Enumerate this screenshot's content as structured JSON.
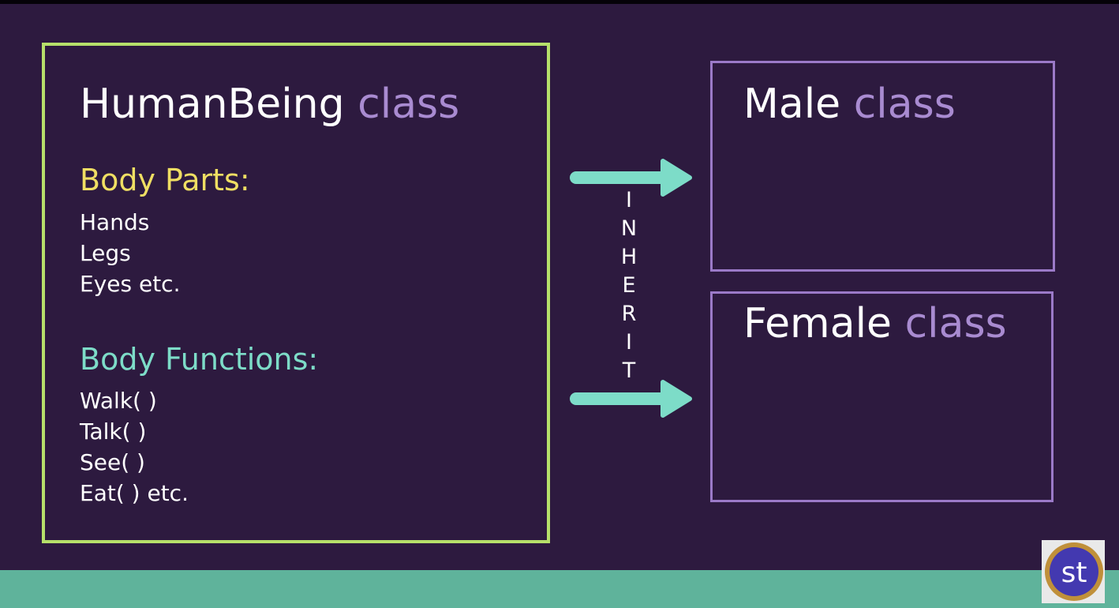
{
  "parent": {
    "title": "HumanBeing",
    "title_keyword": "class",
    "body_parts_heading": "Body Parts:",
    "body_parts": [
      "Hands",
      "Legs",
      "Eyes etc."
    ],
    "body_functions_heading": "Body Functions:",
    "body_functions": [
      "Walk( )",
      "Talk( )",
      "See( )",
      "Eat( ) etc."
    ]
  },
  "children": {
    "male": {
      "title": "Male",
      "title_keyword": "class"
    },
    "female": {
      "title": "Female",
      "title_keyword": "class"
    }
  },
  "inherit_letters": [
    "I",
    "N",
    "H",
    "E",
    "R",
    "I",
    "T"
  ],
  "logo": {
    "text": "st"
  },
  "colors": {
    "background": "#2d1a3f",
    "parent_border": "#b6e06a",
    "child_border": "#9b7ac8",
    "class_keyword": "#a98bd1",
    "body_parts_heading": "#efde63",
    "body_functions_heading": "#7ddcc8",
    "arrow": "#7ddcc8",
    "bottom_bar": "#5fb39b"
  }
}
